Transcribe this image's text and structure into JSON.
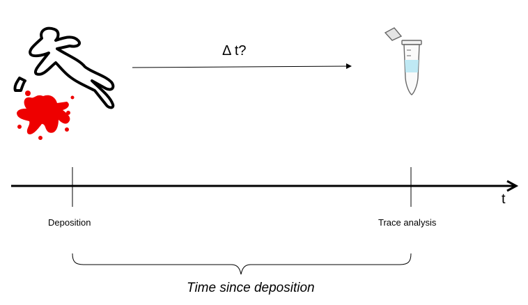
{
  "diagram": {
    "interval_label": "Δ t?",
    "axis_variable": "t",
    "events": [
      {
        "label": "Deposition"
      },
      {
        "label": "Trace analysis"
      }
    ],
    "span_label": "Time since deposition",
    "icons": [
      "crime-scene-body-outline-icon",
      "blood-splatter-icon",
      "sample-tube-icon"
    ],
    "colors": {
      "blood": "#ee0000",
      "tube_liquid": "#bfe9f4",
      "line": "#000000"
    }
  }
}
